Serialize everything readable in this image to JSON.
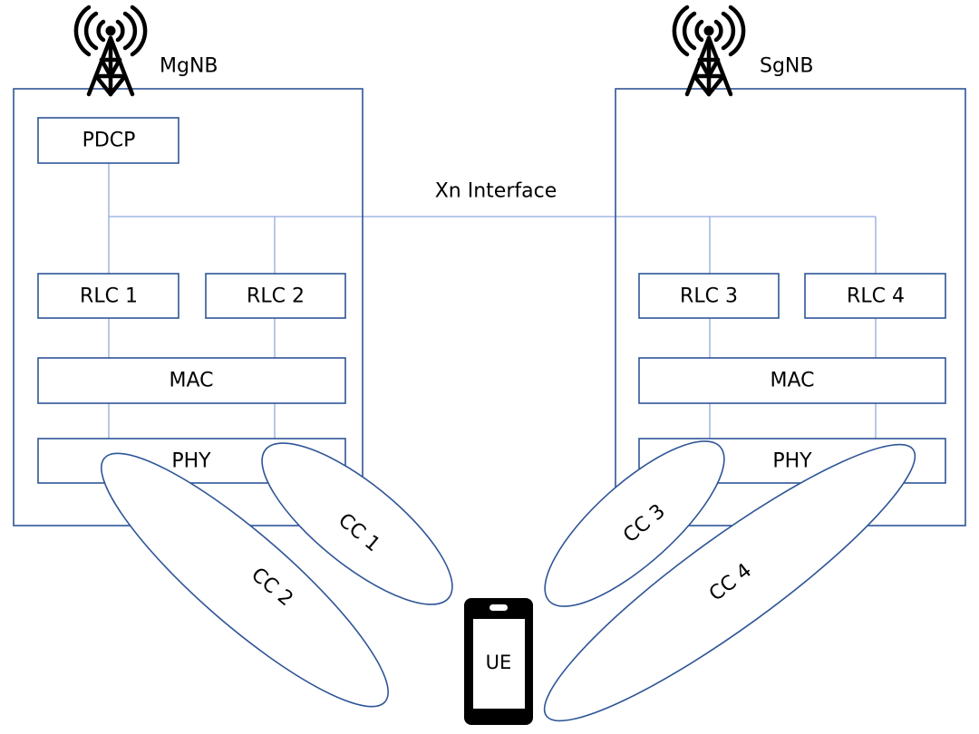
{
  "master": {
    "label": "MgNB",
    "pdcp": "PDCP",
    "rlc1": "RLC 1",
    "rlc2": "RLC 2",
    "mac": "MAC",
    "phy": "PHY"
  },
  "secondary": {
    "label": "SgNB",
    "rlc3": "RLC 3",
    "rlc4": "RLC 4",
    "mac": "MAC",
    "phy": "PHY"
  },
  "interface_label": "Xn Interface",
  "ue_label": "UE",
  "carriers": {
    "cc1": "CC 1",
    "cc2": "CC 2",
    "cc3": "CC 3",
    "cc4": "CC 4"
  },
  "icons": {
    "tower": "antenna-tower-icon",
    "phone": "smartphone-icon"
  },
  "colors": {
    "outline": "#2F5597",
    "connector": "#8FAADC"
  }
}
